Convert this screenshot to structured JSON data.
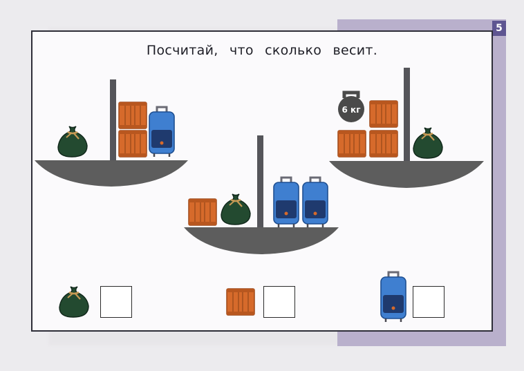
{
  "page_number": "5",
  "task": {
    "title": "Посчитай, что сколько весит."
  },
  "scales": [
    {
      "id": "left",
      "left_pan": [
        "sack"
      ],
      "right_pan": [
        "crate",
        "crate",
        "suitcase"
      ]
    },
    {
      "id": "center",
      "left_pan": [
        "crate",
        "sack"
      ],
      "right_pan": [
        "suitcase",
        "suitcase"
      ]
    },
    {
      "id": "right",
      "left_pan": [
        "weight",
        "crate",
        "crate",
        "crate"
      ],
      "right_pan": [
        "sack"
      ],
      "weight_label": "6 кг"
    }
  ],
  "answers": [
    {
      "item": "sack",
      "value": ""
    },
    {
      "item": "crate",
      "value": ""
    },
    {
      "item": "suitcase",
      "value": ""
    }
  ],
  "colors": {
    "sack": "#234a30",
    "crate": "#d66a2b",
    "suitcase": "#3f7fd0",
    "scale": "#5c5c5c",
    "page_accent": "#b9b0cc"
  }
}
